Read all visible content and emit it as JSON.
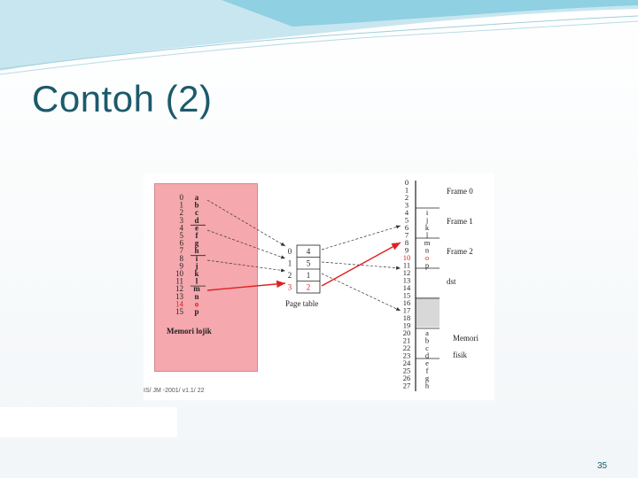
{
  "slide": {
    "title": "Contoh (2)",
    "page_number": "35",
    "caption": "IS/ JM -2001/ v1.1/ 22"
  },
  "logical_memory": {
    "label": "Memori lojik",
    "rows": [
      {
        "index": "0",
        "content": "a"
      },
      {
        "index": "1",
        "content": "b"
      },
      {
        "index": "2",
        "content": "c"
      },
      {
        "index": "3",
        "content": "d"
      },
      {
        "index": "4",
        "content": "e"
      },
      {
        "index": "5",
        "content": "f"
      },
      {
        "index": "6",
        "content": "g"
      },
      {
        "index": "7",
        "content": "h"
      },
      {
        "index": "8",
        "content": "i"
      },
      {
        "index": "9",
        "content": "j"
      },
      {
        "index": "10",
        "content": "k"
      },
      {
        "index": "11",
        "content": "l"
      },
      {
        "index": "12",
        "content": "m"
      },
      {
        "index": "13",
        "content": "n"
      },
      {
        "index": "14",
        "content": "o",
        "highlight": true
      },
      {
        "index": "15",
        "content": "p"
      }
    ]
  },
  "page_table": {
    "label": "Page table",
    "rows": [
      {
        "page": "0",
        "frame": "4"
      },
      {
        "page": "1",
        "frame": "5"
      },
      {
        "page": "2",
        "frame": "1"
      },
      {
        "page": "3",
        "frame": "2",
        "highlight": true
      }
    ]
  },
  "physical_memory": {
    "label_line1": "Memori",
    "label_line2": "fisik",
    "addresses": [
      "0",
      "1",
      "2",
      "3",
      "4",
      "5",
      "6",
      "7",
      "8",
      "9",
      "10",
      "11",
      "12",
      "13",
      "14",
      "15",
      "16",
      "17",
      "18",
      "19",
      "20",
      "21",
      "22",
      "23",
      "24",
      "25",
      "26",
      "27"
    ],
    "frame_labels": [
      "Frame 0",
      "Frame 1",
      "Frame 2",
      "dst"
    ],
    "frame1_contents": [
      "i",
      "j",
      "k",
      "l"
    ],
    "frame2_contents": [
      "m",
      "n",
      "o",
      "p"
    ],
    "frame5_contents": [
      "a",
      "b",
      "c",
      "d",
      "e",
      "f",
      "g",
      "h"
    ]
  },
  "colors": {
    "logical_bg": "#f5a8ae",
    "highlight": "#e02020",
    "frame2_fill": "#d8d8d8",
    "title": "#1b5a6b"
  }
}
